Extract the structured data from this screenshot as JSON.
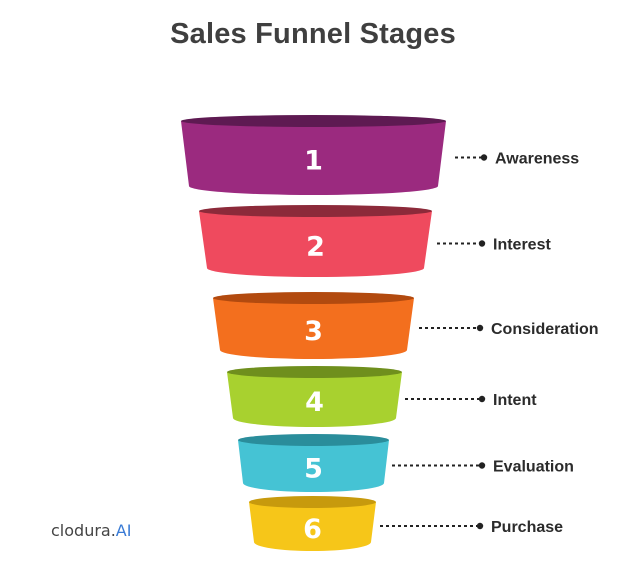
{
  "title": "Sales Funnel Stages",
  "brand": {
    "name": "clodura.",
    "suffix": "AI",
    "suffix_color": "#3a7bd5"
  },
  "stages": [
    {
      "number": "1",
      "label": "Awareness",
      "color": "#9b2a7f",
      "top_color": "#5e1a52"
    },
    {
      "number": "2",
      "label": "Interest",
      "color": "#ef4a5e",
      "top_color": "#8c2a3a"
    },
    {
      "number": "3",
      "label": "Consideration",
      "color": "#f36f1e",
      "top_color": "#b24a0f"
    },
    {
      "number": "4",
      "label": "Intent",
      "color": "#a8d12f",
      "top_color": "#6f8f1d"
    },
    {
      "number": "5",
      "label": "Evaluation",
      "color": "#45c3d4",
      "top_color": "#2a8d9b"
    },
    {
      "number": "6",
      "label": "Purchase",
      "color": "#f6c619",
      "top_color": "#c79a0d"
    }
  ]
}
